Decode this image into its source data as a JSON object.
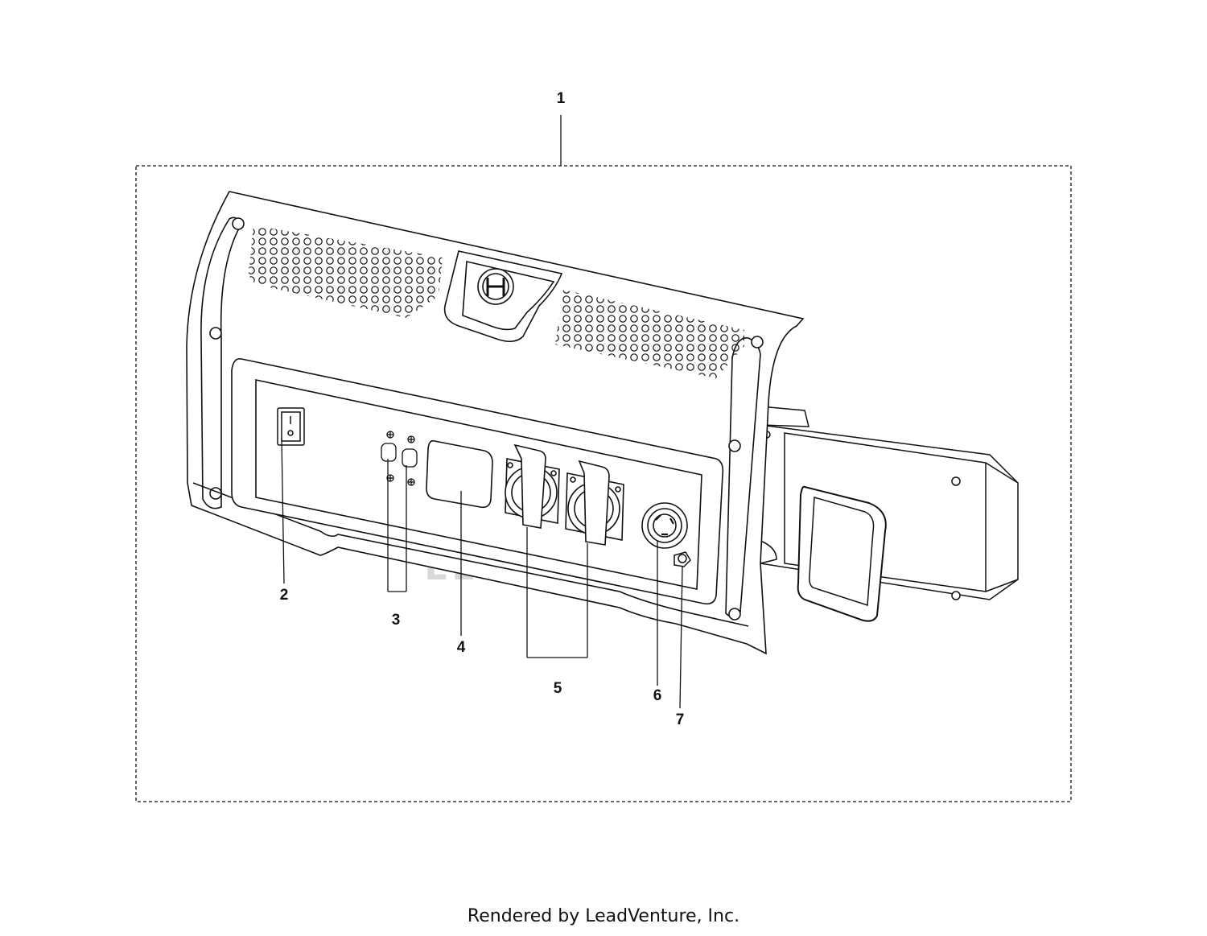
{
  "callouts": [
    {
      "id": "1",
      "label": "1"
    },
    {
      "id": "2",
      "label": "2"
    },
    {
      "id": "3",
      "label": "3"
    },
    {
      "id": "4",
      "label": "4"
    },
    {
      "id": "5",
      "label": "5"
    },
    {
      "id": "6",
      "label": "6"
    },
    {
      "id": "7",
      "label": "7"
    }
  ],
  "footer": {
    "text": "Rendered by LeadVenture, Inc."
  },
  "watermark": {
    "text": "LEADVENTURE"
  },
  "colors": {
    "line": "#111111",
    "watermark": "#d6d6d6",
    "background": "#ffffff"
  }
}
